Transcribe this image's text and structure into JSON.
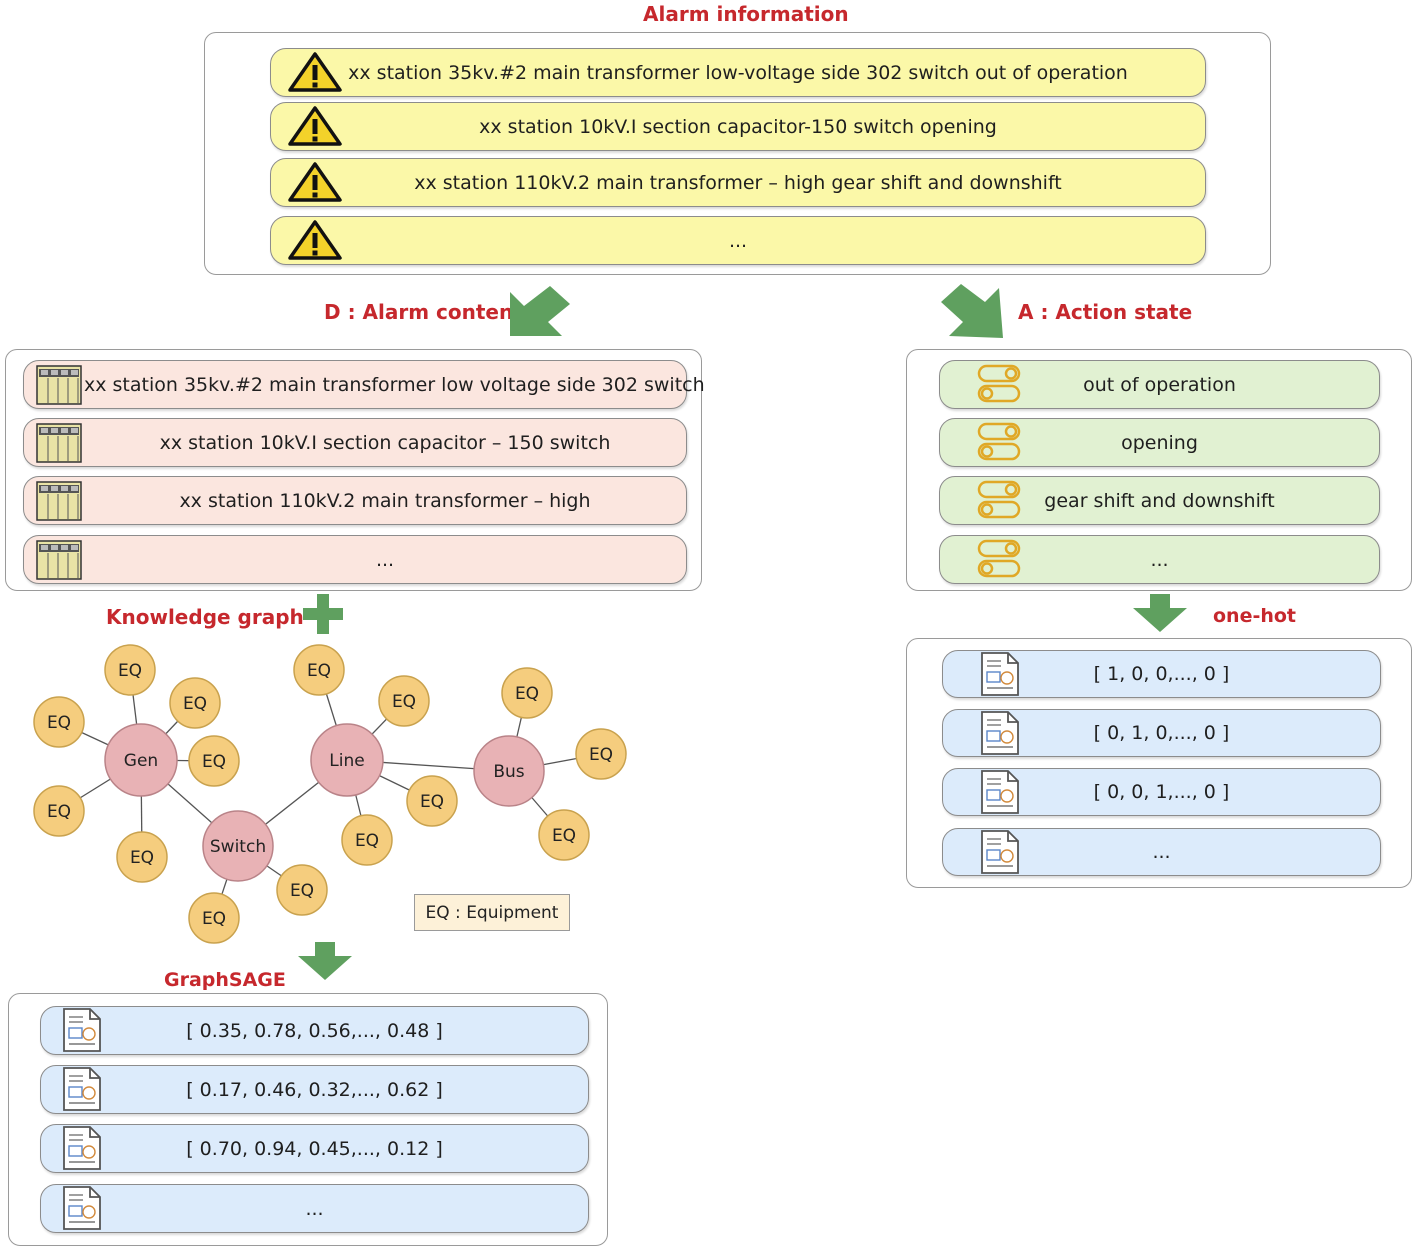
{
  "titles": {
    "alarm_information": "Alarm information",
    "alarm_content": "D : Alarm content",
    "action_state": "A : Action state",
    "knowledge_graph": "Knowledge graph",
    "graphsage": "GraphSAGE",
    "one_hot": "one-hot"
  },
  "alarms": [
    "xx station 35kv.#2 main transformer low-voltage side 302 switch out of operation",
    "xx station 10kV.I section capacitor-150 switch opening",
    "xx station 110kV.2 main transformer – high gear shift and downshift",
    "..."
  ],
  "contents": [
    "xx station 35kv.#2 main transformer low voltage side 302 switch",
    "xx station 10kV.I section capacitor – 150 switch",
    "xx station 110kV.2 main transformer – high",
    "..."
  ],
  "actions": [
    "out of operation",
    "opening",
    "gear shift and downshift",
    "..."
  ],
  "onehots": [
    "[ 1, 0, 0,..., 0 ]",
    "[ 0, 1, 0,..., 0 ]",
    "[ 0, 0, 1,..., 0 ]",
    "..."
  ],
  "embeddings": [
    "[ 0.35, 0.78, 0.56,..., 0.48 ]",
    "[ 0.17, 0.46, 0.32,..., 0.62 ]",
    "[ 0.70, 0.94, 0.45,..., 0.12 ]",
    "..."
  ],
  "graph": {
    "hubs": [
      "Gen",
      "Line",
      "Bus",
      "Switch"
    ],
    "equipment_label": "EQ",
    "legend": "EQ : Equipment"
  },
  "colors": {
    "title_red": "#c6282d",
    "arrow_green": "#5fa05f",
    "hub_pink": "#e8b2b5",
    "eq_orange": "#f5cd7e"
  },
  "icons": {
    "alarm": "warning-triangle-icon",
    "content": "equipment-cabinet-icon",
    "action": "toggle-switch-icon",
    "vector": "document-icon"
  }
}
